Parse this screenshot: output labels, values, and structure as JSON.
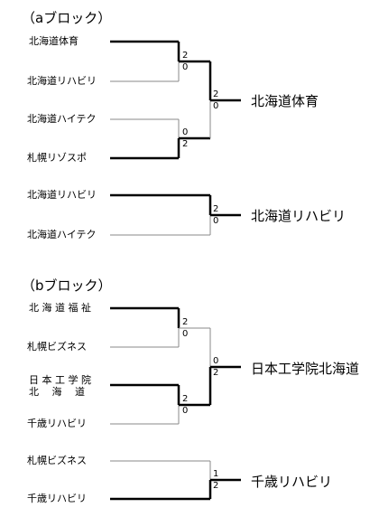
{
  "blocks": [
    {
      "title": "（aブロック）",
      "round1": [
        {
          "team1": "北海道体育",
          "team2": "北海道リハビリ",
          "score1": "2",
          "score2": "0"
        },
        {
          "team1": "北海道ハイテク",
          "team2": "札幌リゾスポ",
          "score1": "0",
          "score2": "2"
        }
      ],
      "final": {
        "score1": "2",
        "score2": "0",
        "winner": "北海道体育"
      },
      "extra": {
        "team1": "北海道リハビリ",
        "team2": "北海道ハイテク",
        "score1": "2",
        "score2": "0",
        "winner": "北海道リハビリ"
      }
    },
    {
      "title": "（bブロック）",
      "round1": [
        {
          "team1": "北 海 道 福 祉",
          "team2": "札幌ビズネス",
          "score1": "2",
          "score2": "0"
        },
        {
          "team1": "日 本 工 学 院\n北　 海 　道",
          "team2": "千歳リハビリ",
          "score1": "2",
          "score2": "0"
        }
      ],
      "final": {
        "score1": "0",
        "score2": "2",
        "winner": "日本工学院北海道"
      },
      "extra": {
        "team1": "札幌ビズネス",
        "team2": "千歳リハビリ",
        "score1": "1",
        "score2": "2",
        "winner": "千歳リハビリ"
      }
    }
  ]
}
